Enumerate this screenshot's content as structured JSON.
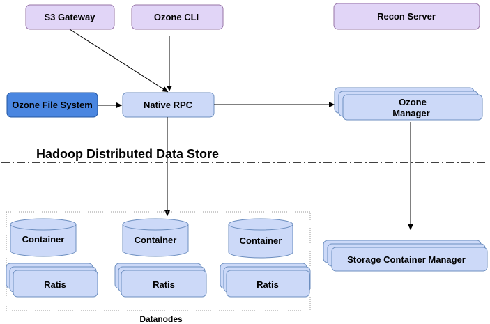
{
  "colors": {
    "purple_fill": "#e1d5f7",
    "purple_stroke": "#9673a6",
    "blue_fill": "#ccd9f8",
    "blue_stroke": "#6c8ebf",
    "dark_blue_fill": "#4a86e0",
    "dark_blue_stroke": "#2255a0",
    "line": "#000000"
  },
  "nodes": {
    "s3_gateway": "S3 Gateway",
    "ozone_cli": "Ozone CLI",
    "recon_server": "Recon Server",
    "ozone_file_system": "Ozone File System",
    "native_rpc": "Native RPC",
    "ozone_manager_line1": "Ozone",
    "ozone_manager_line2": "Manager",
    "storage_container_manager": "Storage Container Manager"
  },
  "section_title": "Hadoop Distributed Data Store",
  "datanodes": {
    "caption": "Datanodes",
    "container_label": "Container",
    "ratis_label": "Ratis"
  }
}
